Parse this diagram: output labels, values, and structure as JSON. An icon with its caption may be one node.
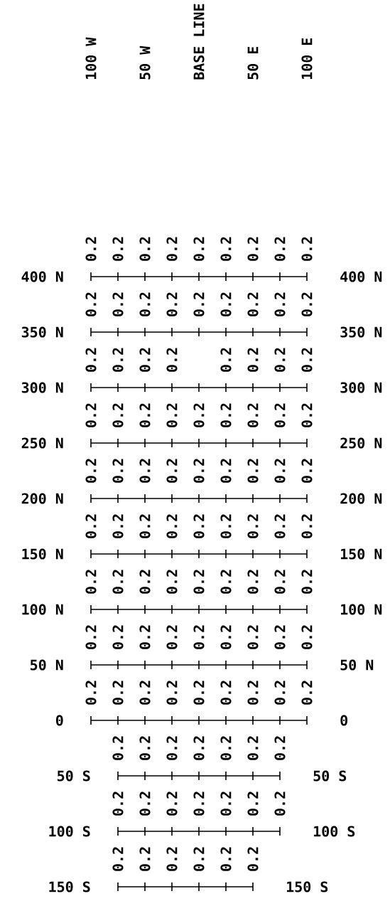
{
  "diagram": {
    "labels": [
      "100 W",
      "50 W",
      "BASE LINE",
      "50 E",
      "100 E",
      "0.2",
      "0.2",
      "0.2",
      "0.2",
      "0.2",
      "0.2",
      "0.2",
      "0.2",
      "0.2",
      "400 N",
      "400 N",
      "0.2",
      "0.2",
      "0.2",
      "0.2",
      "0.2",
      "0.2",
      "0.2",
      "0.2",
      "0.2",
      "350 N",
      "350 N",
      "0.2",
      "0.2",
      "0.2",
      "0.2",
      "0.2",
      "0.2",
      "0.2",
      "0.2",
      "300 N",
      "300 N",
      "0.2",
      "0.2",
      "0.2",
      "0.2",
      "0.2",
      "0.2",
      "0.2",
      "0.2",
      "0.2",
      "250 N",
      "250 N",
      "0.2",
      "0.2",
      "0.2",
      "0.2",
      "0.2",
      "0.2",
      "0.2",
      "0.2",
      "0.2",
      "200 N",
      "200 N",
      "0.2",
      "0.2",
      "0.2",
      "0.2",
      "0.2",
      "0.2",
      "0.2",
      "0.2",
      "0.2",
      "150 N",
      "150 N",
      "0.2",
      "0.2",
      "0.2",
      "0.2",
      "0.2",
      "0.2",
      "0.2",
      "0.2",
      "0.2",
      "100 N",
      "100 N",
      "0.2",
      "0.2",
      "0.2",
      "0.2",
      "0.2",
      "0.2",
      "0.2",
      "0.2",
      "0.2",
      "50 N",
      "50 N",
      "0.2",
      "0.2",
      "0.2",
      "0.2",
      "0.2",
      "0.2",
      "0.2",
      "0.2",
      "0.2",
      "0",
      "0",
      "0.2",
      "0.2",
      "0.2",
      "0.2",
      "0.2",
      "0.2",
      "0.2",
      "50 S",
      "50 S",
      "0.2",
      "0.2",
      "0.2",
      "0.2",
      "0.2",
      "0.2",
      "0.2",
      "100 S",
      "100 S",
      "0.2",
      "0.2",
      "0.2",
      "0.2",
      "0.2",
      "0.2",
      "150 S",
      "150 S"
    ]
  }
}
